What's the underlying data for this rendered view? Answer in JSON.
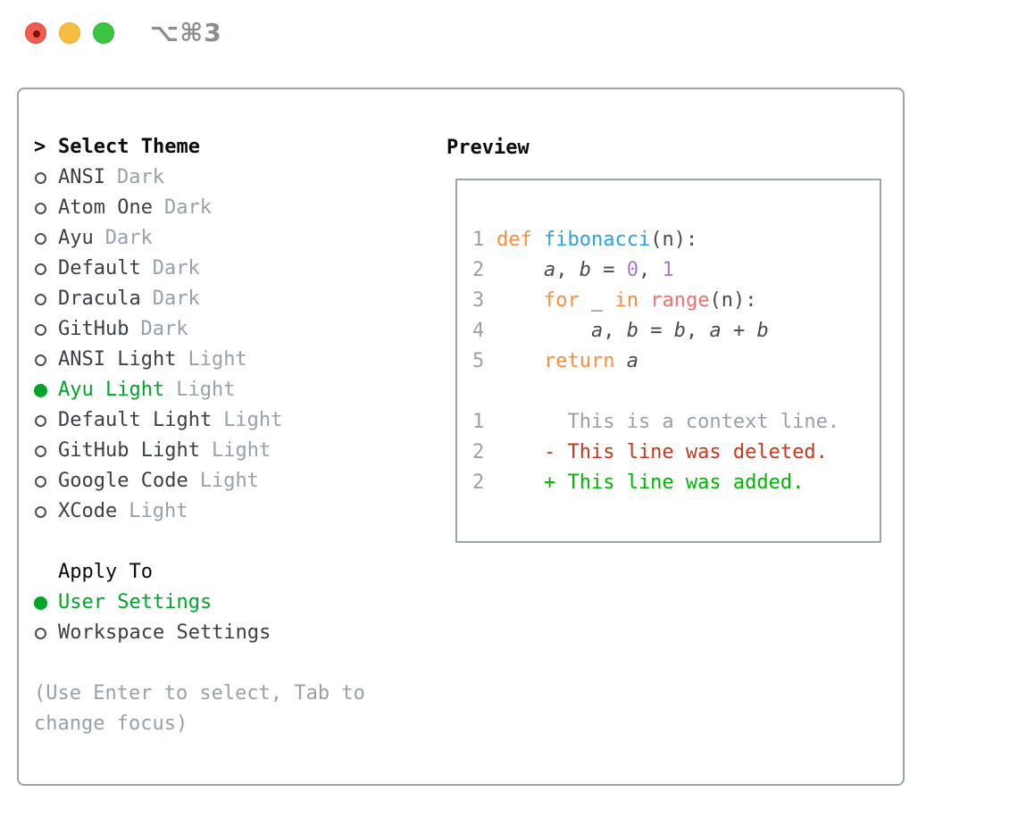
{
  "window": {
    "title": "⌥⌘3",
    "traffic_lights": [
      "close",
      "minimize",
      "zoom"
    ]
  },
  "theme_list": {
    "header_prefix": ">",
    "header": "Select Theme",
    "items": [
      {
        "name": "ANSI",
        "tag": "Dark",
        "selected": false
      },
      {
        "name": "Atom One",
        "tag": "Dark",
        "selected": false
      },
      {
        "name": "Ayu",
        "tag": "Dark",
        "selected": false
      },
      {
        "name": "Default",
        "tag": "Dark",
        "selected": false
      },
      {
        "name": "Dracula",
        "tag": "Dark",
        "selected": false
      },
      {
        "name": "GitHub",
        "tag": "Dark",
        "selected": false
      },
      {
        "name": "ANSI Light",
        "tag": "Light",
        "selected": false
      },
      {
        "name": "Ayu Light",
        "tag": "Light",
        "selected": true
      },
      {
        "name": "Default Light",
        "tag": "Light",
        "selected": false
      },
      {
        "name": "GitHub Light",
        "tag": "Light",
        "selected": false
      },
      {
        "name": "Google Code",
        "tag": "Light",
        "selected": false
      },
      {
        "name": "XCode",
        "tag": "Light",
        "selected": false
      }
    ]
  },
  "apply_to": {
    "header": "Apply To",
    "options": [
      {
        "name": "User Settings",
        "selected": true
      },
      {
        "name": "Workspace Settings",
        "selected": false
      }
    ]
  },
  "hint": "(Use Enter to select, Tab to change focus)",
  "preview": {
    "header": "Preview",
    "code_lines": [
      {
        "num": "1",
        "tokens": [
          {
            "text": "def",
            "type": "kw"
          },
          {
            "text": " ",
            "type": "plain"
          },
          {
            "text": "fibonacci",
            "type": "fn"
          },
          {
            "text": "(n):",
            "type": "plain"
          }
        ]
      },
      {
        "num": "2",
        "tokens": [
          {
            "text": "    ",
            "type": "plain"
          },
          {
            "text": "a",
            "type": "var"
          },
          {
            "text": ", ",
            "type": "plain"
          },
          {
            "text": "b",
            "type": "var"
          },
          {
            "text": " = ",
            "type": "plain"
          },
          {
            "text": "0",
            "type": "num"
          },
          {
            "text": ", ",
            "type": "plain"
          },
          {
            "text": "1",
            "type": "num"
          }
        ]
      },
      {
        "num": "3",
        "tokens": [
          {
            "text": "    ",
            "type": "plain"
          },
          {
            "text": "for",
            "type": "kw"
          },
          {
            "text": " _ ",
            "type": "plain"
          },
          {
            "text": "in",
            "type": "kw"
          },
          {
            "text": " ",
            "type": "plain"
          },
          {
            "text": "range",
            "type": "builtin"
          },
          {
            "text": "(n):",
            "type": "plain"
          }
        ]
      },
      {
        "num": "4",
        "tokens": [
          {
            "text": "        ",
            "type": "plain"
          },
          {
            "text": "a",
            "type": "var"
          },
          {
            "text": ", ",
            "type": "plain"
          },
          {
            "text": "b",
            "type": "var"
          },
          {
            "text": " = ",
            "type": "plain"
          },
          {
            "text": "b",
            "type": "var"
          },
          {
            "text": ", ",
            "type": "plain"
          },
          {
            "text": "a",
            "type": "var"
          },
          {
            "text": " + ",
            "type": "plain"
          },
          {
            "text": "b",
            "type": "var"
          }
        ]
      },
      {
        "num": "5",
        "tokens": [
          {
            "text": "    ",
            "type": "plain"
          },
          {
            "text": "return",
            "type": "kw"
          },
          {
            "text": " ",
            "type": "plain"
          },
          {
            "text": "a",
            "type": "var"
          }
        ]
      }
    ],
    "diff_lines": [
      {
        "num": "1",
        "text": "      This is a context line.",
        "type": "context"
      },
      {
        "num": "2",
        "text": "    - This line was deleted.",
        "type": "deleted"
      },
      {
        "num": "2",
        "text": "    + This line was added.",
        "type": "added"
      }
    ]
  },
  "colors": {
    "accent_green": "#00a42a",
    "added_green": "#03b303",
    "deleted_red": "#c43a20",
    "keyword_orange": "#fa8d3e",
    "function_blue": "#2f9fe5",
    "builtin_coral": "#f07171",
    "number_purple": "#a37acc",
    "text_dark": "#3b4046",
    "code_text": "#474c54",
    "muted_gray": "#98a1ab",
    "border_gray": "#9ba3ae",
    "title_gray": "#8a8d92",
    "light_red": "#f15c50",
    "light_red_dot": "#7f1108",
    "light_yellow": "#f6bd40",
    "light_green": "#3ac440"
  }
}
